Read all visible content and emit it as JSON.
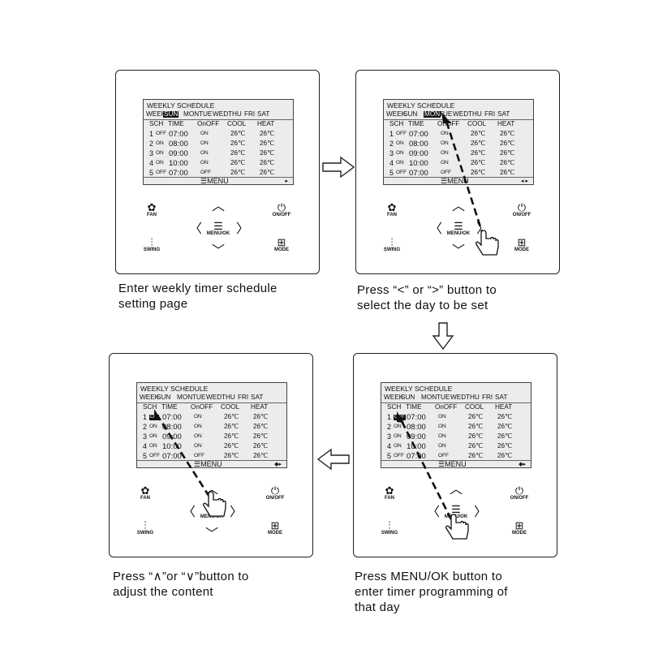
{
  "lcd": {
    "title": "WEEKLY SCHEDULE",
    "week_label": "WEEK",
    "days": [
      "SUN",
      "MON",
      "TUE",
      "WED",
      "THU",
      "FRI",
      "SAT"
    ],
    "headers": [
      "SCH",
      "TIME",
      "OnOFF",
      "COOL",
      "HEAT"
    ],
    "rows": [
      {
        "n": "1",
        "state": "OFF",
        "time": "07:00",
        "onoff": "ON",
        "cool": "26℃",
        "heat": "26℃"
      },
      {
        "n": "2",
        "state": "ON",
        "time": "08:00",
        "onoff": "ON",
        "cool": "26℃",
        "heat": "26℃"
      },
      {
        "n": "3",
        "state": "ON",
        "time": "09:00",
        "onoff": "ON",
        "cool": "26℃",
        "heat": "26℃"
      },
      {
        "n": "4",
        "state": "ON",
        "time": "10:00",
        "onoff": "ON",
        "cool": "26℃",
        "heat": "26℃"
      },
      {
        "n": "5",
        "state": "OFF",
        "time": "07:00",
        "onoff": "OFF",
        "cool": "26℃",
        "heat": "26℃"
      }
    ],
    "menu": "☰MENU"
  },
  "controls": {
    "fan": "FAN",
    "onoff": "ON/OFF",
    "menu_ok": "MENU/OK",
    "swing": "SWING",
    "mode": "MODE"
  },
  "panels": [
    {
      "id": "p1",
      "highlight_day": "SUN",
      "row1_state": "OFF",
      "arrows": "▸"
    },
    {
      "id": "p2",
      "highlight_day": "MON",
      "row1_state": "OFF",
      "arrows": "◂ ▸"
    },
    {
      "id": "p3",
      "highlight_day": "",
      "row1_state": "ON",
      "arrows": "◆▸"
    },
    {
      "id": "p4",
      "highlight_day": "",
      "row1_state": "OFF",
      "arrows": "◆▸"
    }
  ],
  "captions": {
    "c1": "Enter weekly timer schedule\nsetting page",
    "c2": "Press  “<” or “>” button to\nselect the day to be set",
    "c3": "Press “∧”or “∨”button to\nadjust the content",
    "c4": "Press MENU/OK button to\nenter timer programming of\nthat day"
  },
  "colors": {
    "ink": "#111111",
    "lcd_bg": "#ececec"
  }
}
